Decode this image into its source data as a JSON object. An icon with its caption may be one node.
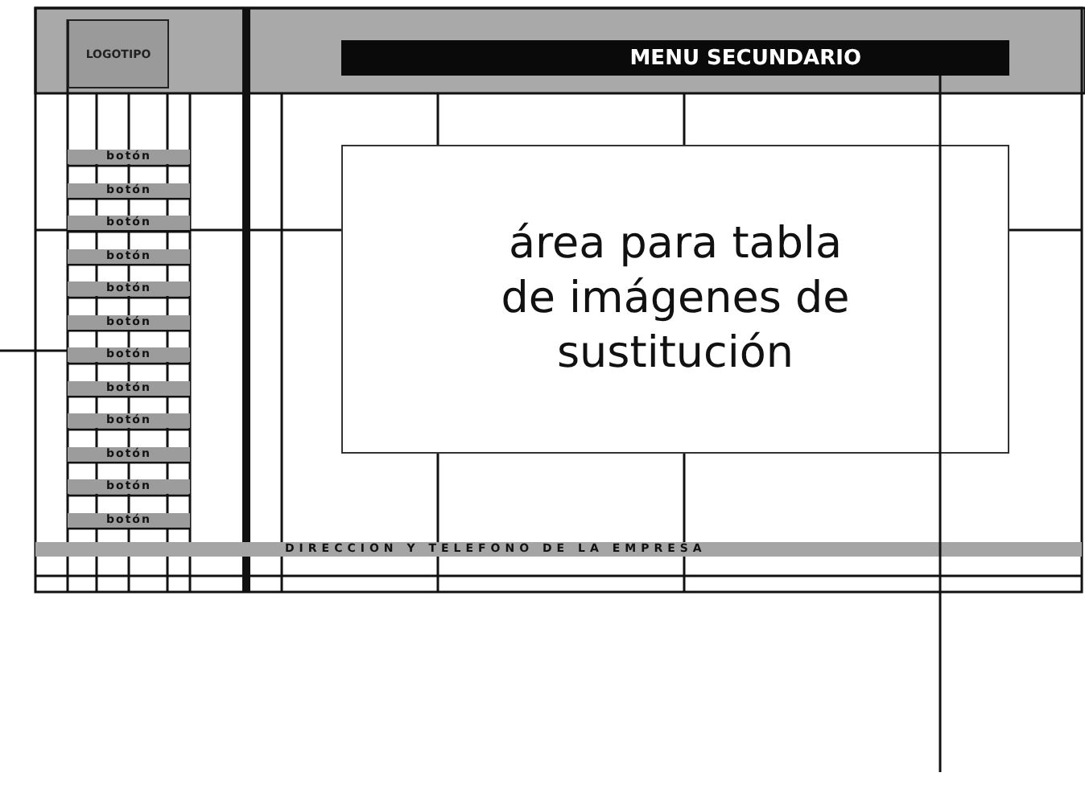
{
  "diagram": {
    "nodes": [
      {
        "text": [
          "LOGOTIPO"
        ]
      },
      {
        "text": [
          "MENU SECUNDARIO"
        ]
      },
      {
        "text": [],
        "shape": "box"
      },
      {
        "text": [
          "botón"
        ],
        "in": 2
      },
      {
        "text": [
          "botón"
        ],
        "in": 2
      },
      {
        "text": [
          "botón"
        ],
        "in": 2
      },
      {
        "text": [
          "botón"
        ],
        "in": 2
      },
      {
        "text": [
          "botón"
        ],
        "in": 2
      },
      {
        "text": [
          "botón"
        ],
        "in": 2
      },
      {
        "text": [
          "botón"
        ],
        "in": 2
      },
      {
        "text": [
          "botón"
        ],
        "in": 2
      },
      {
        "text": [
          "botón"
        ],
        "in": 2
      },
      {
        "text": [
          "botón"
        ],
        "in": 2
      },
      {
        "text": [
          "botón"
        ],
        "in": 2
      },
      {
        "text": [
          "botón"
        ],
        "in": 2
      },
      {
        "text": [
          "área para tabla de imágenes de sustitución"
        ]
      },
      {
        "text": [
          "DIRECCION Y TELEFONO DE LA EMPRESA"
        ]
      }
    ],
    "edges": [
      {
        "from": null,
        "to": 2,
        "arrow": "none"
      },
      {
        "from": null,
        "to": 1,
        "arrow": "none"
      }
    ]
  }
}
